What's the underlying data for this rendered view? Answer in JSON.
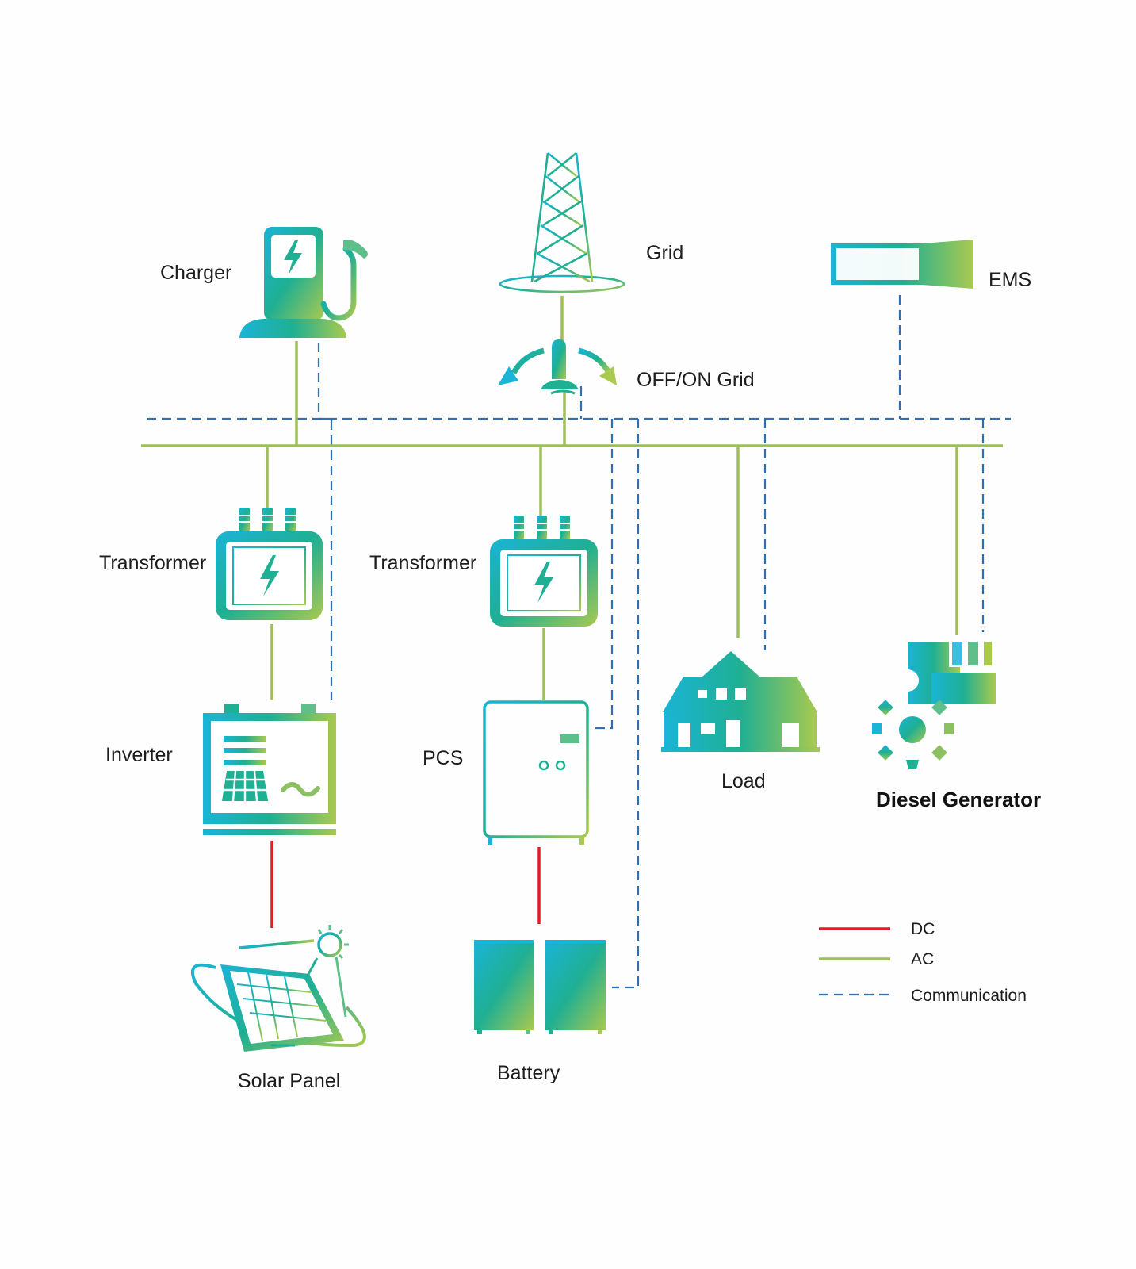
{
  "nodes": {
    "charger": "Charger",
    "grid": "Grid",
    "ems": "EMS",
    "switch": "OFF/ON Grid",
    "transformer_left": "Transformer",
    "transformer_right": "Transformer",
    "inverter": "Inverter",
    "pcs": "PCS",
    "load": "Load",
    "diesel_generator": "Diesel Generator",
    "solar_panel": "Solar Panel",
    "battery": "Battery"
  },
  "legend": {
    "dc": "DC",
    "ac": "AC",
    "communication": "Communication"
  },
  "colors": {
    "dc_line": "#e01e25",
    "ac_line": "#9dbf5a",
    "communication_line": "#2e6fb5",
    "gradient_start": "#1ab4d6",
    "gradient_mid": "#1faf92",
    "gradient_end": "#a9c94f"
  },
  "icons": {
    "charger": "ev-charger-icon",
    "grid": "power-tower-icon",
    "ems": "server-rack-icon",
    "switch": "grid-switch-icon",
    "transformer": "transformer-icon",
    "inverter": "inverter-icon",
    "pcs": "pcs-cabinet-icon",
    "load": "house-icon",
    "diesel_generator": "generator-gear-icon",
    "solar_panel": "solar-panel-icon",
    "battery": "battery-cabinet-icon"
  }
}
